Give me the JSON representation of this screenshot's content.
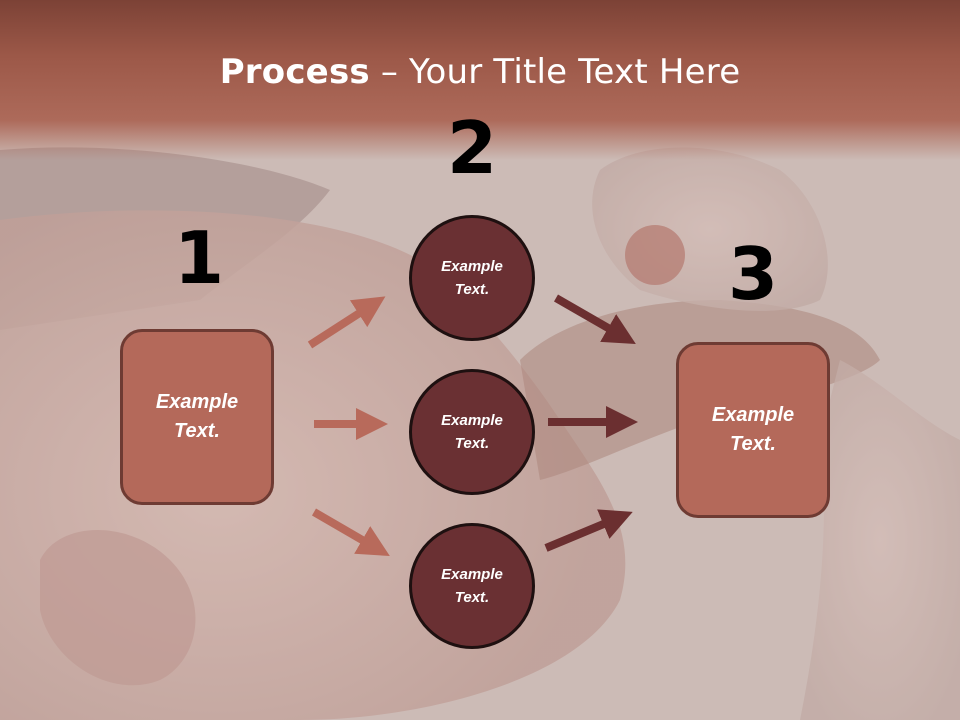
{
  "title": {
    "bold": "Process",
    "rest": " – Your Title Text Here"
  },
  "steps": {
    "one": {
      "number": "1",
      "label": "Example\nText."
    },
    "two": {
      "number": "2",
      "circles": [
        {
          "label": "Example\nText."
        },
        {
          "label": "Example\nText."
        },
        {
          "label": "Example\nText."
        }
      ]
    },
    "three": {
      "number": "3",
      "label": "Example\nText."
    }
  },
  "colors": {
    "title_band": "#9c5848",
    "box_fill": "#b4695a",
    "circle_fill": "#6a3033",
    "arrow_light": "#b86a5b",
    "arrow_dark": "#6b2f30"
  }
}
